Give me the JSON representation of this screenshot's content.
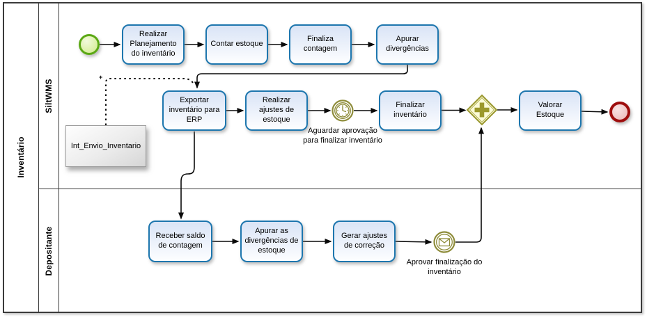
{
  "pool": {
    "name": "Inventário",
    "lanes": [
      {
        "name": "SiltWMS"
      },
      {
        "name": "Depositante"
      }
    ]
  },
  "tasks": {
    "realizar_planejamento": "Realizar Planejamento do inventário",
    "contar_estoque": "Contar estoque",
    "finaliza_contagem": "Finaliza contagem",
    "apurar_divergencias": "Apurar divergências",
    "exportar_inventario": "Exportar inventário para ERP",
    "realizar_ajustes": "Realizar ajustes de estoque",
    "finalizar_inventario": "Finalizar inventário",
    "valorar_estoque": "Valorar Estoque",
    "receber_saldo": "Receber saldo de contagem",
    "apurar_as_divergencias": "Apurar as divergências de estoque",
    "gerar_ajustes": "Gerar ajustes de correção"
  },
  "events": {
    "timer_label": "Aguardar aprovação para finalizar inventário",
    "message_label": "Aprovar finalização do inventário"
  },
  "artifacts": {
    "int_envio": "Int_Envio_Inventario"
  },
  "misc": {
    "association_marker": "+"
  },
  "colors": {
    "task_border": "#1d76ae",
    "event_olive": "#8e8c3a",
    "start_green": "#5ba814",
    "end_red": "#9e0d0d",
    "gateway_fill": "#fbfbd8",
    "lane_border": "#3a3a3a"
  }
}
